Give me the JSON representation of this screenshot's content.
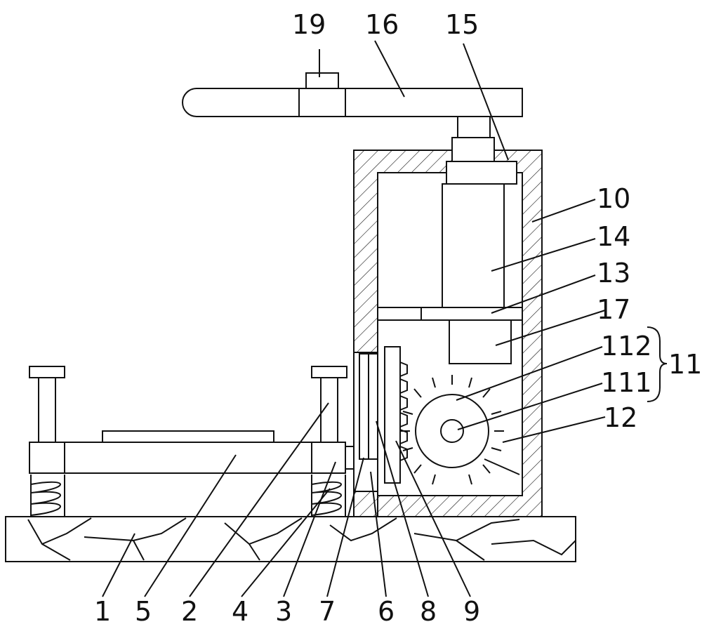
{
  "labels": {
    "l1": "1",
    "l2": "2",
    "l3": "3",
    "l4": "4",
    "l5": "5",
    "l6": "6",
    "l7": "7",
    "l8": "8",
    "l9": "9",
    "l10": "10",
    "l11": "11",
    "l12": "12",
    "l13": "13",
    "l14": "14",
    "l15": "15",
    "l16": "16",
    "l17": "17",
    "l19": "19",
    "l111": "111",
    "l112": "112"
  }
}
